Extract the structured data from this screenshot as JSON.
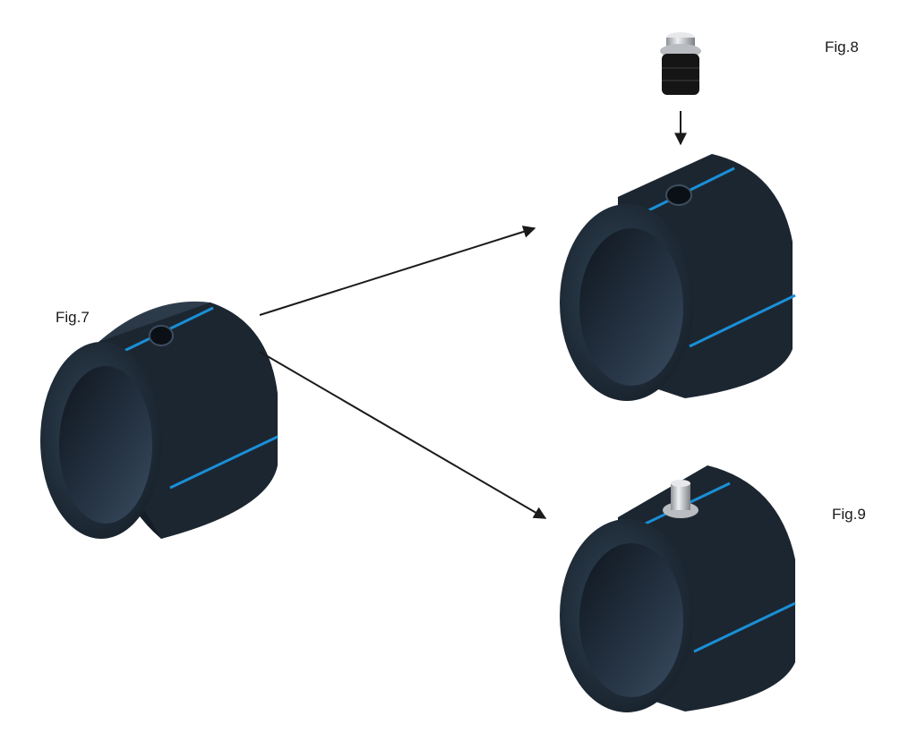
{
  "figures": {
    "fig7": {
      "label": "Fig.7"
    },
    "fig8": {
      "label": "Fig.8"
    },
    "fig9": {
      "label": "Fig.9"
    }
  },
  "colors": {
    "pipe_body": "#1f2a36",
    "pipe_face": "#2b3947",
    "pipe_inner": "#141c25",
    "stripe": "#1a8fd6",
    "fitting_metal": "#c9ccd0",
    "fitting_black": "#151515",
    "arrow": "#1a1a1a"
  },
  "icons": [
    "pipe-section-icon",
    "insert-fitting-icon",
    "arrow-icon"
  ]
}
